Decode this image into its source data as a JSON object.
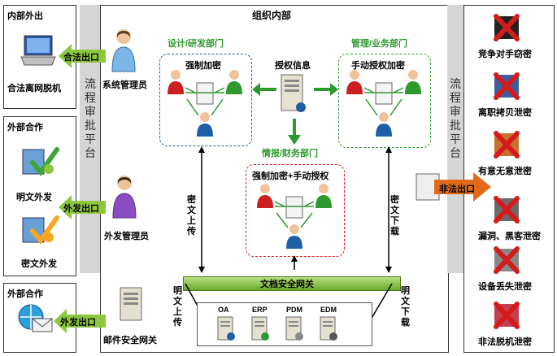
{
  "center": {
    "title": "组织内部",
    "left_platform": "流程审批平台",
    "right_platform": "流程审批平台"
  },
  "left_panels": {
    "internal_out": {
      "title": "内部外出",
      "caption": "合法离网脱机",
      "arrow_label": "合法出口"
    },
    "external_coop1": {
      "title": "外部合作",
      "caption_plain": "明文外发",
      "caption_cipher": "密文外发",
      "arrow_label": "外发出口"
    },
    "external_coop2": {
      "title": "外部合作",
      "arrow_label": "外发出口"
    }
  },
  "admins": {
    "system_admin": "系统管理员",
    "outbound_admin": "外发管理员",
    "mail_gateway": "邮件安全网关"
  },
  "departments": {
    "rd": {
      "title": "设计/研发部门",
      "mode": "强制加密"
    },
    "mgmt": {
      "title": "管理/业务部门",
      "mode": "手动授权加密"
    },
    "intel": {
      "title": "情报/财务部门",
      "mode": "强制加密+手动授权"
    },
    "auth_info": "授权信息"
  },
  "flows": {
    "cipher_upload": "密文上传",
    "cipher_download": "密文下载",
    "plain_upload": "明文上传",
    "plain_download": "明文下载",
    "gateway": "文档安全网关"
  },
  "systems": [
    "OA",
    "ERP",
    "PDM",
    "EDM"
  ],
  "right_panel": {
    "illegal_exit": "非法出口",
    "threats": [
      "竞争对手窃密",
      "离职拷贝泄密",
      "有意无意泄密",
      "漏洞、黑客泄密",
      "设备丢失泄密",
      "非法脱机泄密"
    ]
  },
  "colors": {
    "green": "#2e9a2e",
    "blue": "#1f5fa8",
    "red": "#cc1f1f",
    "orange": "#e06a1a",
    "gateway_bar": "#7cc142"
  }
}
